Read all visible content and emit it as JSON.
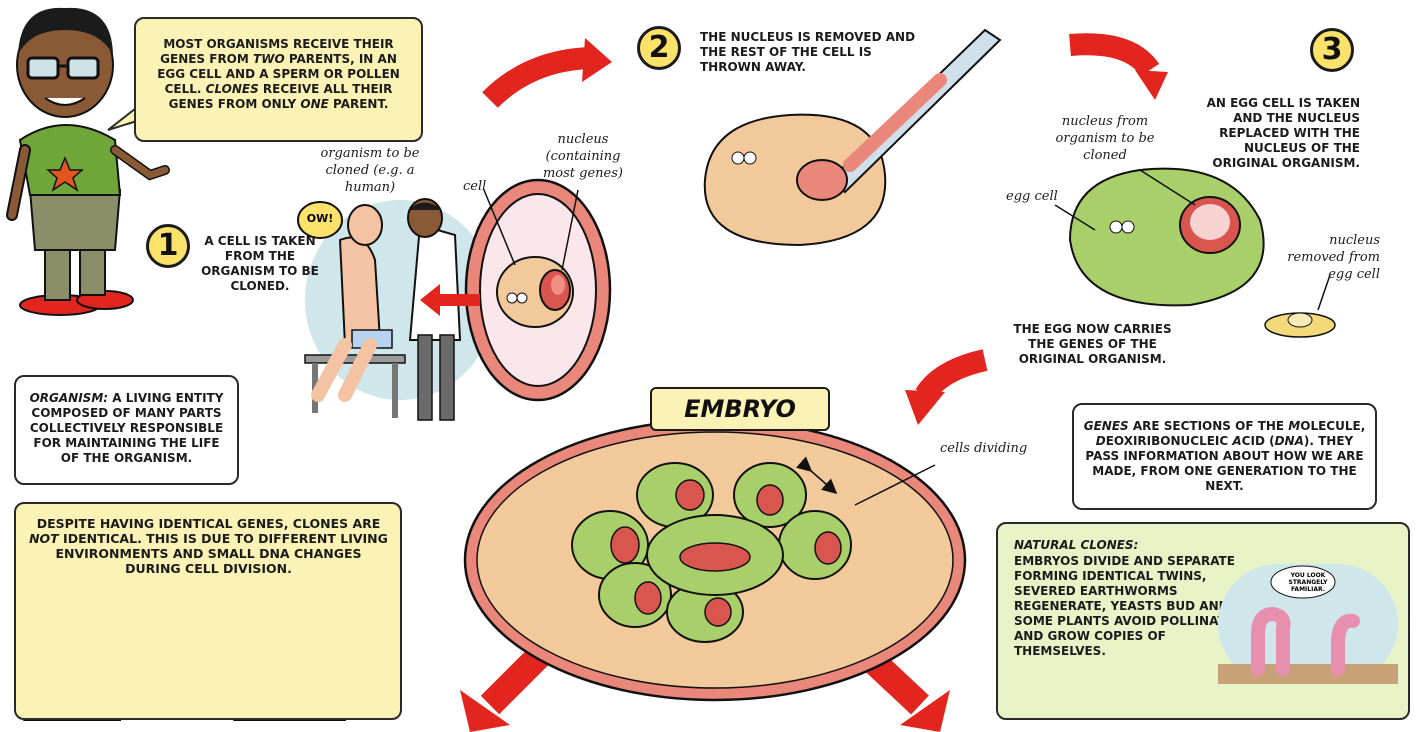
{
  "intro": {
    "text_parts": [
      "Most organisms receive their genes from ",
      "two",
      " parents, in an egg cell and a sperm or pollen cell. ",
      "Clones",
      " receive all their genes from only ",
      "one",
      " parent."
    ]
  },
  "step1": {
    "number": "1",
    "text": "A cell is taken from the organism to be cloned.",
    "label_organism": "organism to be cloned (e.g. a human)",
    "speech": "OW!",
    "label_cell": "cell",
    "label_nucleus": "nucleus (containing most genes)"
  },
  "step2": {
    "number": "2",
    "text": "The nucleus is removed and the rest of the cell is thrown away."
  },
  "step3": {
    "number": "3",
    "text": "An egg cell is taken and the nucleus replaced with the nucleus of the original organism.",
    "label_nucleus_from": "nucleus from organism to be cloned",
    "label_egg_cell": "egg cell",
    "label_nucleus_removed": "nucleus removed from egg cell",
    "caption": "The egg now carries the genes of the original organism."
  },
  "organism_box": {
    "term": "Organism:",
    "definition": " A living entity composed of many parts collectively responsible for maintaining the life of the organism."
  },
  "embryo": {
    "title": "EMBRYO",
    "label_cells": "cells dividing"
  },
  "genes_box": {
    "parts": [
      "Genes",
      " are sections of the ",
      "M",
      "olecule, ",
      "D",
      "eoxiribonucleic ",
      "A",
      "cid (",
      "DNA",
      "). They pass information about how we are made, from one generation to the next."
    ]
  },
  "clones_box": {
    "parts": [
      "Despite having identical genes, clones are ",
      "not",
      " identical. This is due to different living environments and small DNA changes during cell division."
    ]
  },
  "natural_box": {
    "title": "Natural clones:",
    "text": "Embryos divide and separate forming identical twins, severed earthworms regenerate, yeasts bud and some plants avoid pollination and grow copies of themselves.",
    "worm_speech": "YOU LOOK STRANGELY FAMILIAR."
  },
  "colors": {
    "cell_tan": "#f2c99a",
    "egg_green": "#a9cf6a",
    "nucleus_red": "#d9564f",
    "arrow_red": "#e3251f",
    "panel_yellow": "#fbf3b5",
    "panel_green": "#e7f3c7"
  }
}
